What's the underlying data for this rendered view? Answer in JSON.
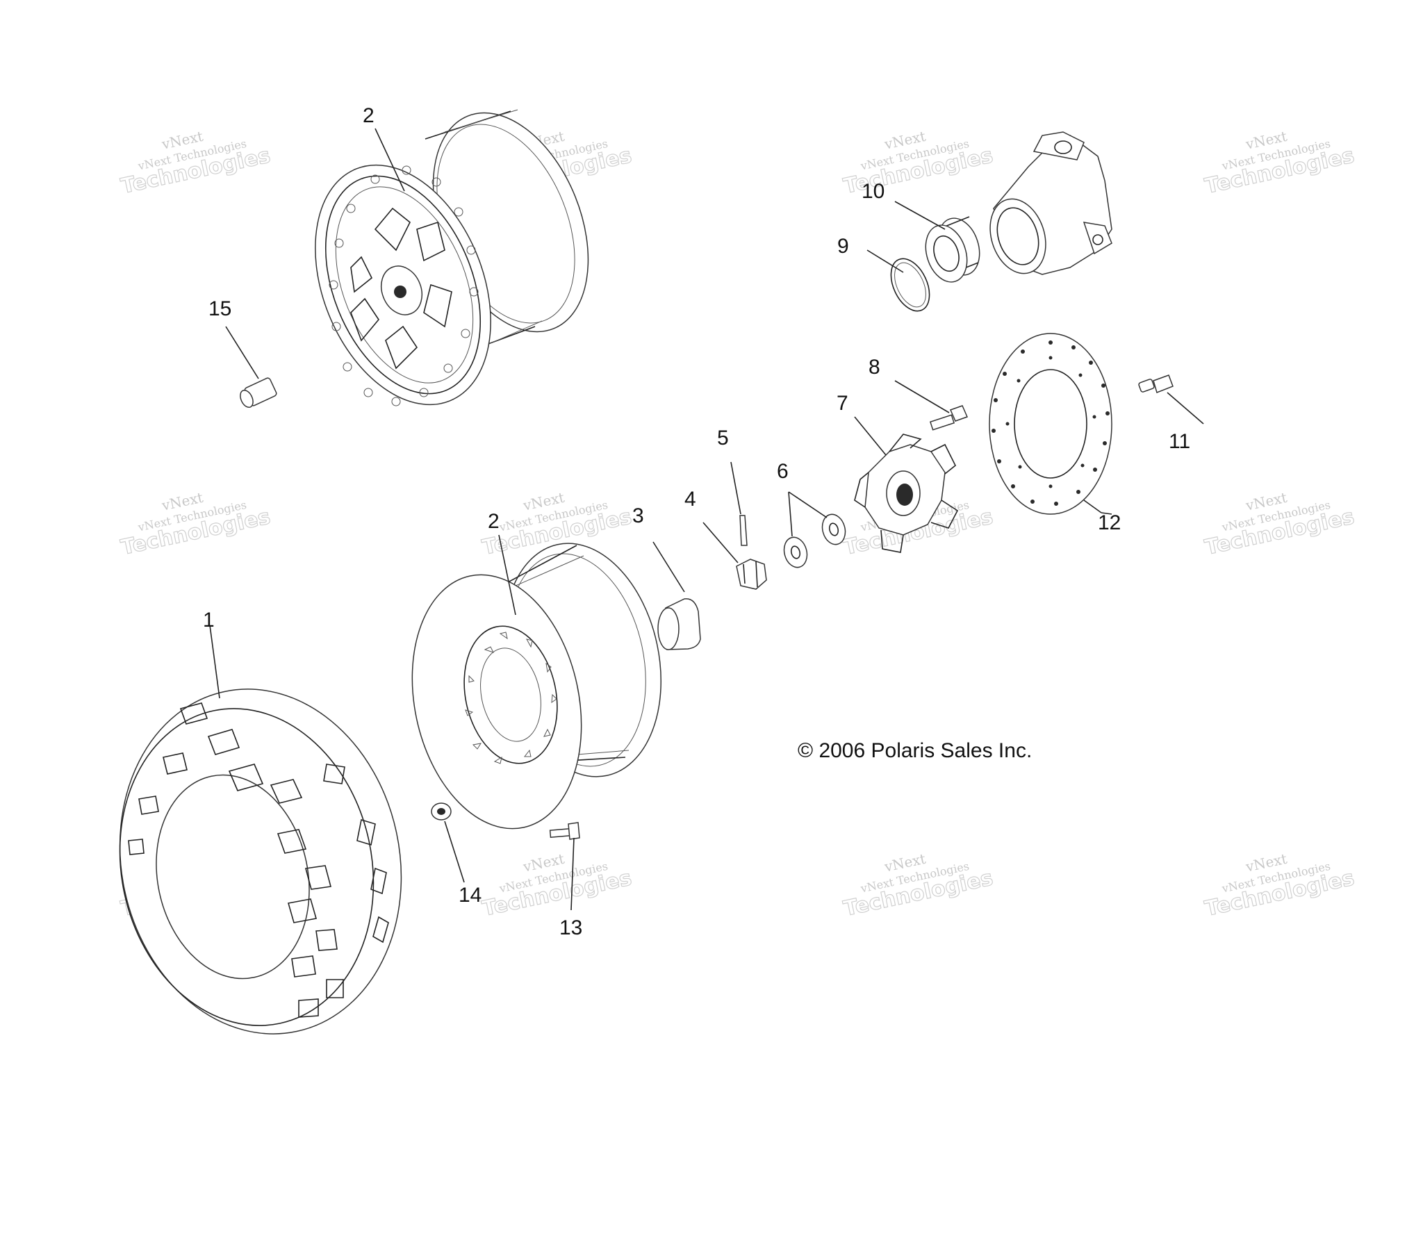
{
  "diagram": {
    "copyright": "© 2006 Polaris Sales Inc.",
    "watermark": {
      "line1": "vNext",
      "line2": "vNext Technologies",
      "line3": "Technologies"
    },
    "callouts": [
      "1",
      "2",
      "2",
      "3",
      "4",
      "5",
      "6",
      "7",
      "8",
      "9",
      "10",
      "11",
      "12",
      "13",
      "14",
      "15"
    ]
  },
  "colors": {
    "line": "#222222",
    "watermark": "#c8c8c8"
  }
}
